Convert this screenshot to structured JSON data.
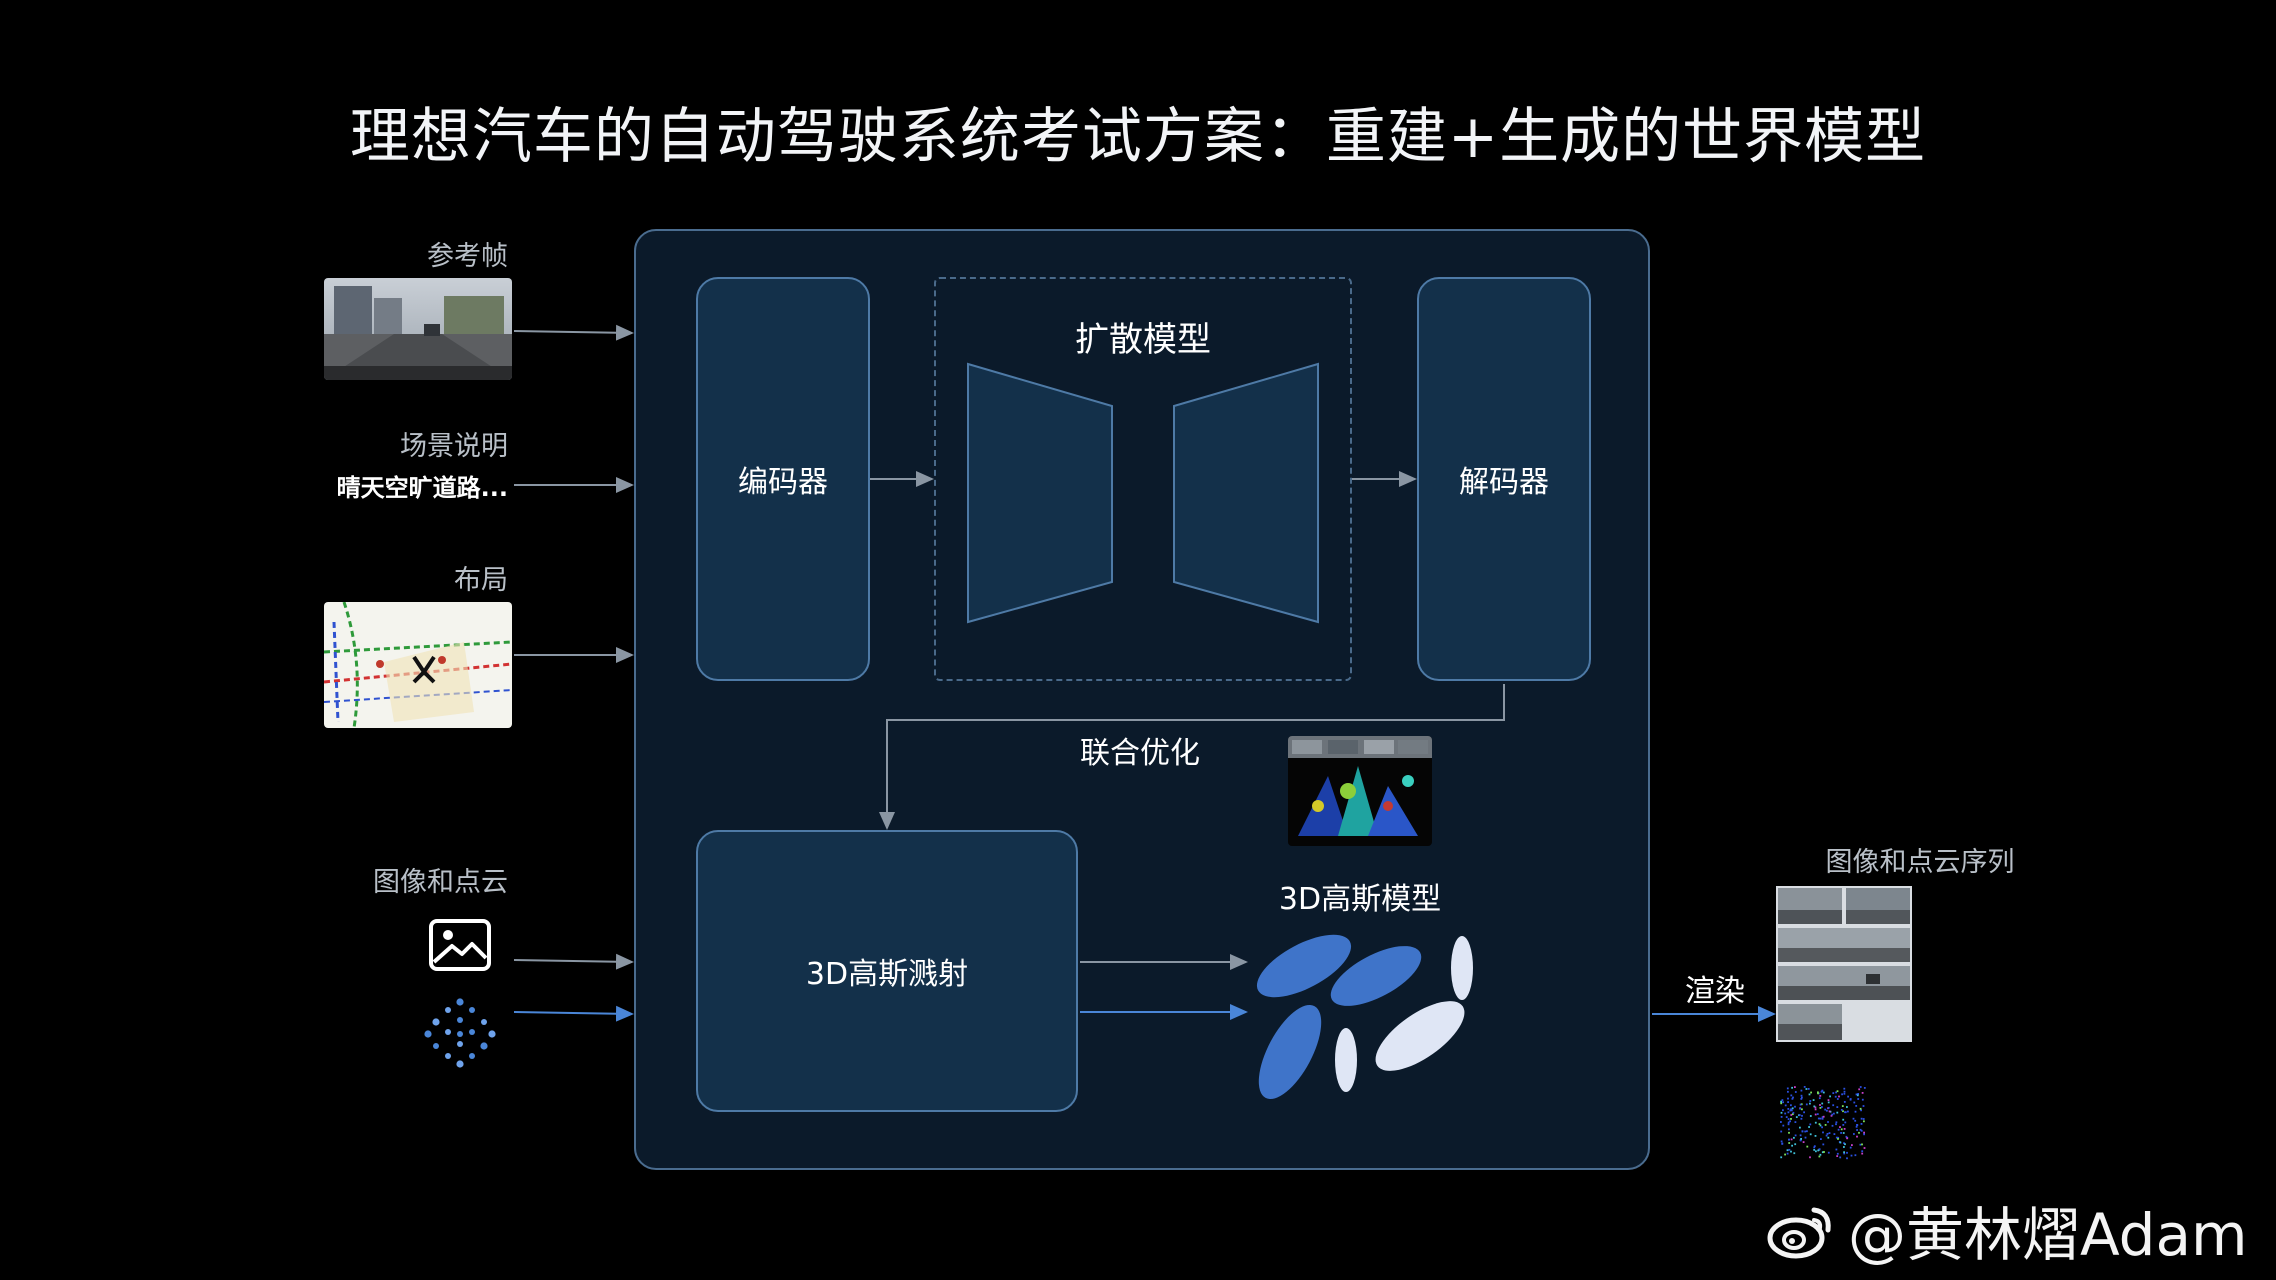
{
  "title": "理想汽车的自动驾驶系统考试方案：重建+生成的世界模型",
  "inputs": {
    "reference_frame": "参考帧",
    "scene_description": "场景说明",
    "scene_text": "晴天空旷道路...",
    "layout": "布局",
    "image_pointcloud": "图像和点云"
  },
  "modules": {
    "encoder": "编码器",
    "diffusion": "扩散模型",
    "decoder": "解码器",
    "joint_optimization": "联合优化",
    "gaussian_splatting": "3D高斯溅射",
    "gaussian_model": "3D高斯模型"
  },
  "outputs": {
    "render": "渲染",
    "sequence": "图像和点云序列"
  },
  "watermark": "@黄林熠Adam",
  "icons": [
    "image-icon",
    "point-cloud-icon",
    "weibo-icon"
  ],
  "colors": {
    "frame_bg": "#0b1a2a",
    "module_bg": "#13304a",
    "module_border": "#4e7aa6",
    "gaussian_blue": "#3f74c9",
    "gaussian_light": "#dfe6f5",
    "arrow": "#8a96a3",
    "arrow_blue": "#4a86d8"
  }
}
